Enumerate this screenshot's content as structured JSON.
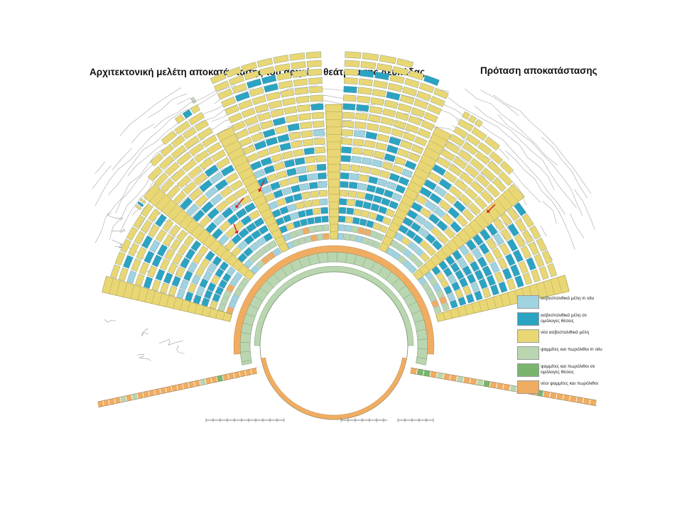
{
  "header": {
    "title": "Αρχιτεκτονική μελέτη αποκατάστασης του αρχαίου θεάτρου της Λευκάδας",
    "subtitle": "Πρόταση αποκατάστασης"
  },
  "colors": {
    "light_blue": "#9fd3e0",
    "teal_blue": "#2aa4c2",
    "yellow": "#e8d774",
    "light_green": "#b9d6b0",
    "green": "#79b56e",
    "orange": "#f0ad62",
    "arrow_red": "#d32020"
  },
  "legend": {
    "items": [
      {
        "color": "#9fd3e0",
        "label": "ασβεστολιθικά μέλη in situ"
      },
      {
        "color": "#2aa4c2",
        "label": "ασβεστολιθικά μέλη σε ομόλογες θέσεις"
      },
      {
        "color": "#e8d774",
        "label": "νέα ασβεστολιθικά μέλη"
      },
      {
        "color": "#b9d6b0",
        "label": "ψαμμίτες και πωρόλιθοι in situ"
      },
      {
        "color": "#79b56e",
        "label": "ψαμμίτες και πωρόλιθοι σε ομόλογες θέσεις"
      },
      {
        "color": "#f0ad62",
        "label": "νέοι ψαμμίτες και πωρόλιθοι"
      }
    ]
  }
}
